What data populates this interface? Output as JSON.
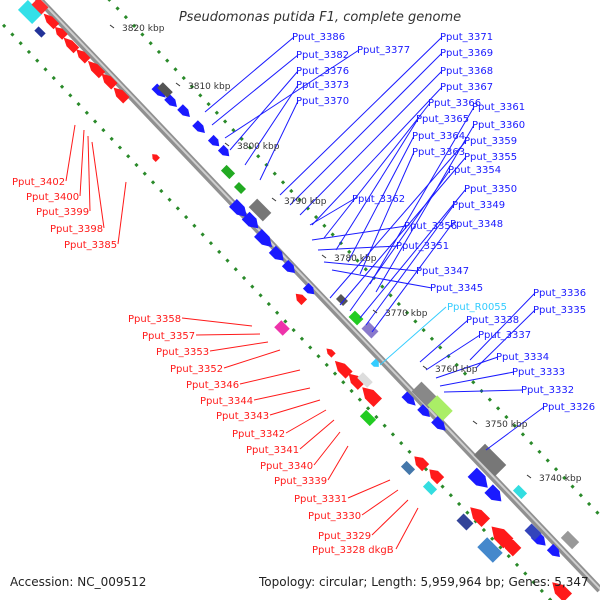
{
  "title": "Pseudomonas putida F1, complete genome",
  "footer": {
    "accession": "Accession: NC_009512",
    "topology": "Topology: circular; Length: 5,959,964 bp; Genes: 5,347"
  },
  "colors": {
    "forward_gene": "#1a1aff",
    "reverse_gene": "#ff1a1a",
    "rna_gene": "#33ccff",
    "backbone": "#909090",
    "gc_dots": "#2a8a2a",
    "tick_label": "#333333"
  },
  "ticks": [
    {
      "label": "3820 kbp"
    },
    {
      "label": "3810 kbp"
    },
    {
      "label": "3800 kbp"
    },
    {
      "label": "3790 kbp"
    },
    {
      "label": "3780 kbp"
    },
    {
      "label": "3770 kbp"
    },
    {
      "label": "3760 kbp"
    },
    {
      "label": "3750 kbp"
    },
    {
      "label": "3740 kbp"
    }
  ],
  "labels_blue": [
    "Pput_3386",
    "Pput_3382",
    "Pput_3377",
    "Pput_3376",
    "Pput_3373",
    "Pput_3370",
    "Pput_3371",
    "Pput_3369",
    "Pput_3368",
    "Pput_3367",
    "Pput_3366",
    "Pput_3365",
    "Pput_3364",
    "Pput_3363",
    "Pput_3361",
    "Pput_3360",
    "Pput_3359",
    "Pput_3355",
    "Pput_3354",
    "Pput_3362",
    "Pput_3350",
    "Pput_3349",
    "Pput_3356",
    "Pput_3348",
    "Pput_3351",
    "Pput_3347",
    "Pput_3345",
    "Pput_3336",
    "Pput_3335",
    "Pput_3338",
    "Pput_3337",
    "Pput_3334",
    "Pput_3333",
    "Pput_3332",
    "Pput_3326"
  ],
  "labels_rna": [
    "Pput_R0055"
  ],
  "labels_red": [
    "Pput_3402",
    "Pput_3400",
    "Pput_3399",
    "Pput_3398",
    "Pput_3385",
    "Pput_3358",
    "Pput_3357",
    "Pput_3353",
    "Pput_3352",
    "Pput_3346",
    "Pput_3344",
    "Pput_3343",
    "Pput_3342",
    "Pput_3341",
    "Pput_3340",
    "Pput_3339",
    "Pput_3331",
    "Pput_3330",
    "Pput_3329",
    "Pput_3328 dkgB"
  ]
}
